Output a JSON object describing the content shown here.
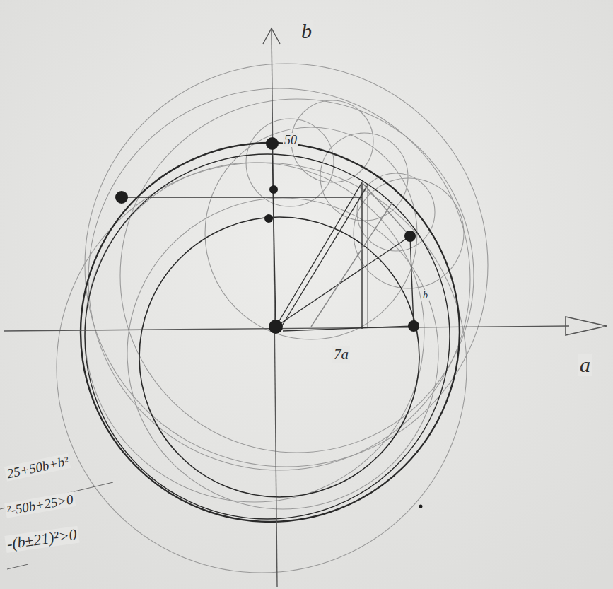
{
  "diagram": {
    "labels": [
      "b",
      "a",
      "50",
      "7a",
      "b",
      "25+50b+b²",
      "²-50b+25>0",
      "-(b±21)²>0"
    ]
  }
}
